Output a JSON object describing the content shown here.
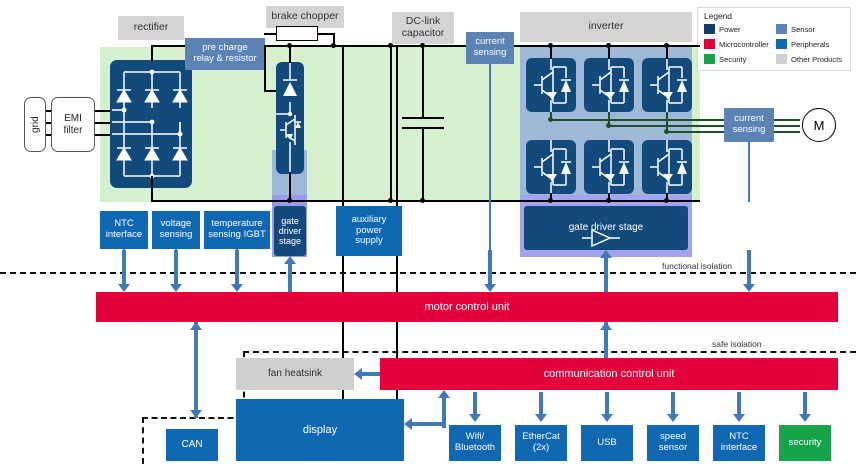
{
  "legend": {
    "title": "Legend",
    "items": [
      {
        "label": "Power",
        "color": "#123a6b"
      },
      {
        "label": "Microcontroller",
        "color": "#e4003a"
      },
      {
        "label": "Security",
        "color": "#16a34a"
      },
      {
        "label": "Sensor",
        "color": "#5b83b5"
      },
      {
        "label": "Peripherals",
        "color": "#1068b3"
      },
      {
        "label": "Other Products",
        "color": "#cfcfcf"
      }
    ]
  },
  "section_labels": {
    "rectifier": "rectifier",
    "brake_chopper": "brake chopper",
    "dc_link_capacitor": "DC-link\ncapacitor",
    "inverter": "inverter",
    "fan_heatsink": "fan heatsink"
  },
  "input_stage": {
    "grid": "grid",
    "emi_filter": "EMI\nfilter"
  },
  "power_blocks": {
    "pre_charge": "pre charge\nrelay & resistor",
    "current_sensing_dc": "current\nsensing",
    "current_sensing_motor": "current\nsensing",
    "gate_driver_stage_chopper": "gate\ndriver\nstage",
    "gate_driver_stage_inverter": "gate driver stage",
    "auxiliary_power_supply": "auxiliary\npower\nsupply"
  },
  "sensing_blocks": [
    {
      "label": "NTC\ninterface"
    },
    {
      "label": "voltage\nsensing"
    },
    {
      "label": "temperature\nsensing IGBT"
    }
  ],
  "isolation": {
    "functional": "functional isolation",
    "safe": "safe isolation"
  },
  "control": {
    "motor_control_unit": "motor control unit",
    "communication_control_unit": "communication control unit"
  },
  "peripherals": {
    "can": "CAN",
    "display": "display",
    "items": [
      {
        "label": "Wifi/\nBluetooth",
        "type": "peripheral"
      },
      {
        "label": "EtherCat\n(2x)",
        "type": "peripheral"
      },
      {
        "label": "USB",
        "type": "peripheral"
      },
      {
        "label": "speed\nsensor",
        "type": "peripheral"
      },
      {
        "label": "NTC\ninterface",
        "type": "peripheral"
      },
      {
        "label": "security",
        "type": "security"
      }
    ]
  },
  "motor": {
    "label": "M"
  },
  "colors": {
    "power": "#1a4e86",
    "microcontroller": "#e4003a",
    "security": "#16a34a",
    "sensor": "#5b83b5",
    "peripherals": "#1068b3",
    "other": "#cfcfcf",
    "green_zone": "#d6f0cf",
    "violet_zone": "#9a9ae8",
    "arrow_blue": "#4178b8"
  }
}
